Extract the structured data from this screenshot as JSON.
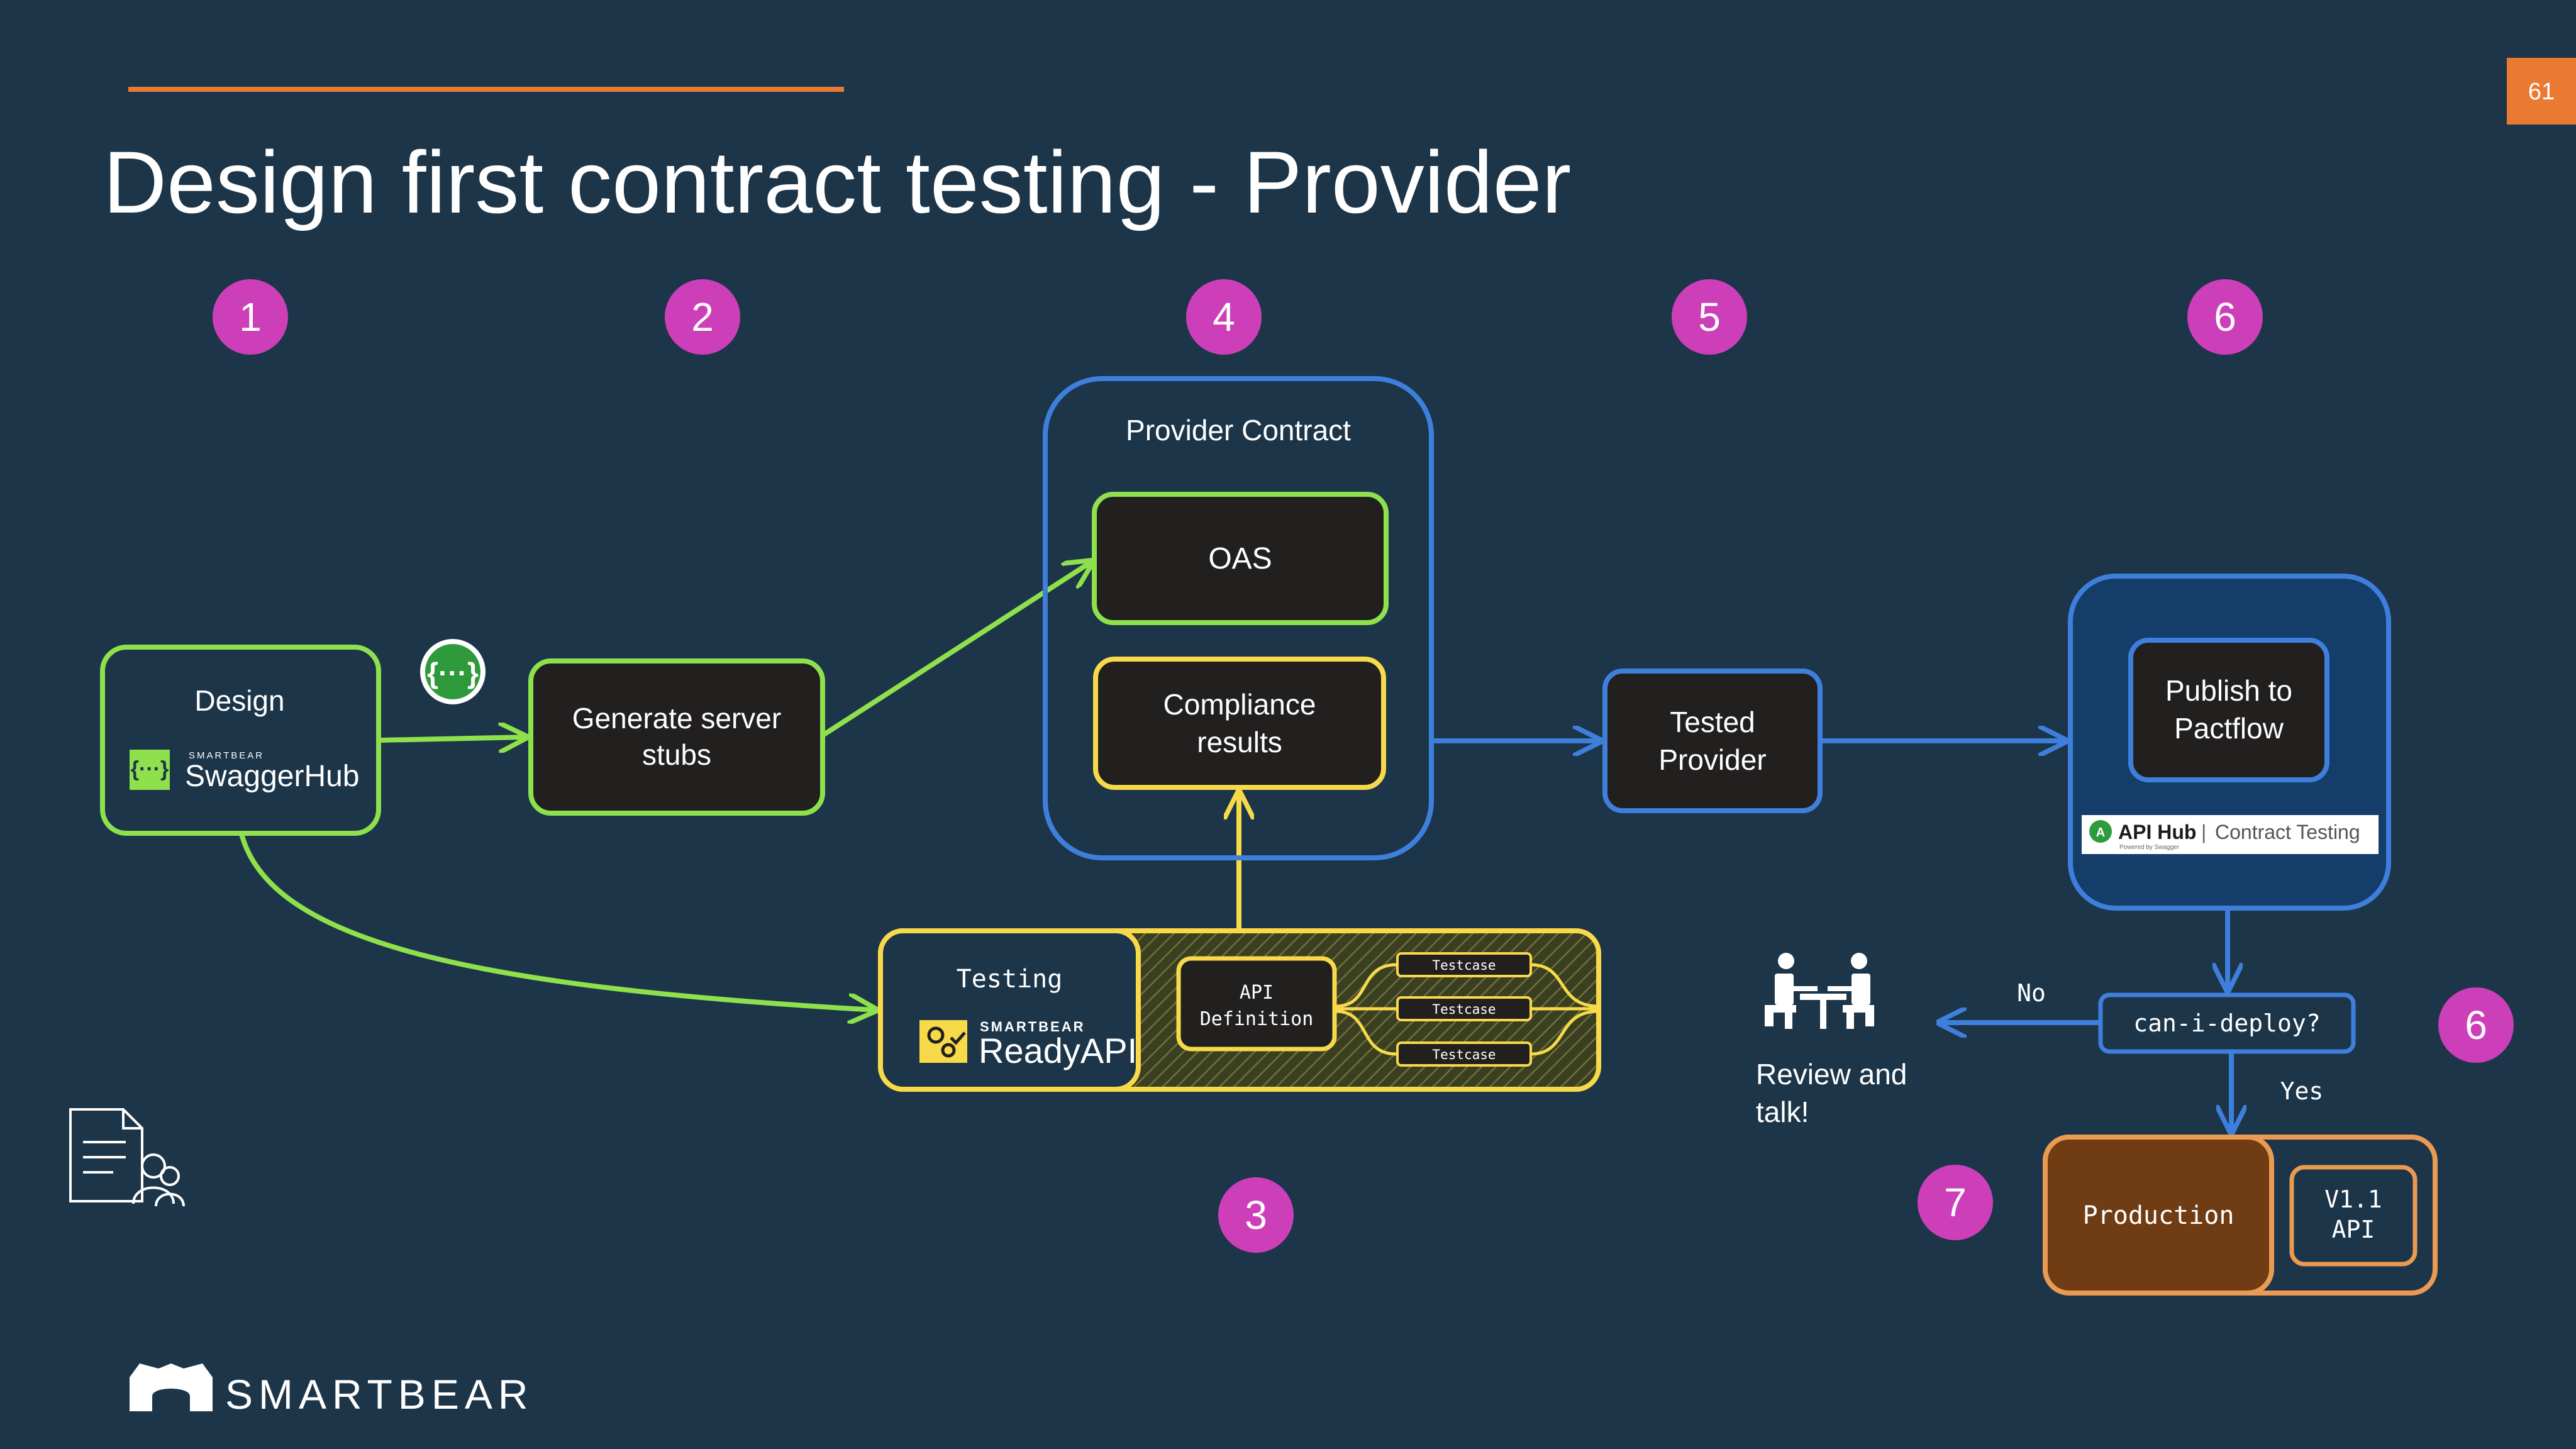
{
  "slide": {
    "number": "61",
    "title": "Design first contract testing - Provider",
    "brand": "SMARTBEAR",
    "colors": {
      "background": "#1c3549",
      "accent_orange": "#ea7a32",
      "step_badge": "#cc3fb8",
      "green": "#8ee04c",
      "yellow": "#f7d94a",
      "blue": "#3f7fdc",
      "production": "#6f3c14"
    }
  },
  "steps": {
    "s1": "1",
    "s2": "2",
    "s3": "3",
    "s4": "4",
    "s5": "5",
    "s6_top": "6",
    "s6_side": "6",
    "s7": "7"
  },
  "design_box": {
    "label": "Design",
    "product_brand": "SMARTBEAR",
    "product": "SwaggerHub",
    "spec_icon": "openapi-braces-icon"
  },
  "stubs_box": {
    "label_line1": "Generate server",
    "label_line2": "stubs"
  },
  "provider_contract": {
    "title": "Provider Contract",
    "oas": "OAS",
    "compliance_line1": "Compliance",
    "compliance_line2": "results"
  },
  "testing": {
    "label": "Testing",
    "product_brand": "SMARTBEAR",
    "product": "ReadyAPI",
    "api_def_line1": "API",
    "api_def_line2": "Definition",
    "testcases": [
      "Testcase",
      "Testcase",
      "Testcase"
    ]
  },
  "tested_provider": {
    "line1": "Tested",
    "line2": "Provider"
  },
  "pactflow": {
    "publish_line1": "Publish to",
    "publish_line2": "Pactflow",
    "badge_name": "API Hub",
    "badge_separator": "|",
    "badge_product": "Contract Testing",
    "badge_powered": "Powered by Swagger"
  },
  "can_i_deploy": {
    "label": "can-i-deploy?",
    "no": "No",
    "yes": "Yes"
  },
  "review": {
    "line1": "Review and",
    "line2": "talk!",
    "icon": "meeting-people-icon"
  },
  "production": {
    "label": "Production",
    "version_line1": "V1.1",
    "version_line2": "API"
  }
}
